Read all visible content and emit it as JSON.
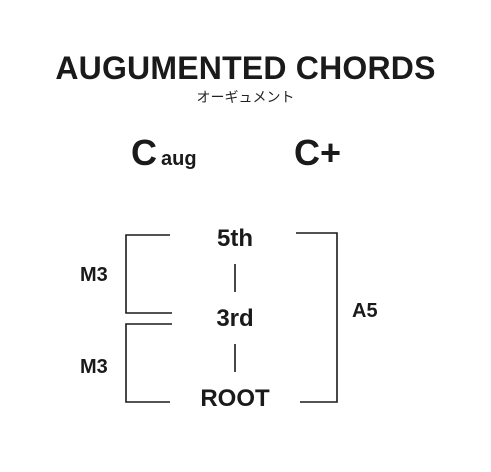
{
  "title": "AUGUMENTED CHORDS",
  "subtitle": "オーギュメント",
  "symbols": {
    "caug_root": "C",
    "caug_suffix": "aug",
    "cplus": "C+"
  },
  "notes": {
    "fifth": "5th",
    "third": "3rd",
    "root": "ROOT"
  },
  "intervals": {
    "upper": "M3",
    "lower": "M3",
    "outer": "A5"
  }
}
